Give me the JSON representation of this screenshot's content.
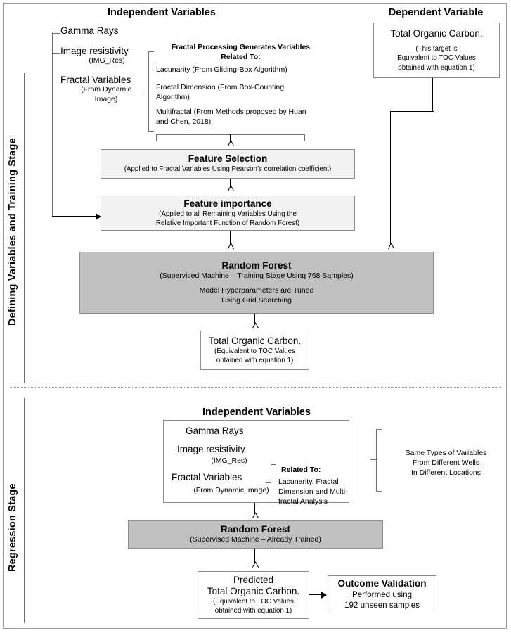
{
  "figure": {
    "stages": {
      "training_label": "Defining Variables and Training Stage",
      "regression_label": "Regression Stage"
    },
    "training": {
      "headers": {
        "independent": "Independent Variables",
        "dependent": "Dependent Variable"
      },
      "inputs": [
        {
          "name": "Gamma Rays",
          "sub": ""
        },
        {
          "name": "Image resistivity",
          "sub": "(IMG_Res)"
        },
        {
          "name": "Fractal Variables",
          "sub": "(From Dynamic Image)"
        }
      ],
      "fractal_note": {
        "title_line1": "Fractal Processing Generates Variables",
        "title_line2": "Related To:",
        "items": [
          "Lacunarity (From Gliding-Box Algorithm)",
          "Fractal Dimension (From Box-Counting Algorithm)",
          "Multifractal (From Methods proposed by Huan and Chen, 2018)"
        ]
      },
      "dependent_box": {
        "title": "Total Organic Carbon.",
        "line1": "(This target is",
        "line2": "Equivalent to TOC Values",
        "line3": "obtained with equation 1)"
      },
      "feature_selection": {
        "title": "Feature Selection",
        "sub": "(Applied to Fractal Variables Using Pearson’s correlation coefficient)"
      },
      "feature_importance": {
        "title": "Feature importance",
        "sub_line1": "(Applied to all Remaining Variables Using the",
        "sub_line2": "Relative Important Function of Random Forest)"
      },
      "random_forest": {
        "title": "Random Forest",
        "sub": "(Supervised Machine – Training Stage Using 768 Samples)",
        "extra_line1": "Model Hyperparameters are Tuned",
        "extra_line2": "Using Grid Searching"
      },
      "output_box": {
        "title": "Total Organic Carbon.",
        "line1": "(Equivalent to TOC Values",
        "line2": "obtained with equation 1)"
      }
    },
    "regression": {
      "headers": {
        "independent": "Independent Variables"
      },
      "inputs": [
        {
          "name": "Gamma Rays",
          "sub": ""
        },
        {
          "name": "Image resistivity",
          "sub": "(IMG_Res)"
        },
        {
          "name": "Fractal Variables",
          "sub": "(From Dynamic Image)"
        }
      ],
      "related_note": {
        "title": "Related To:",
        "line1": "Lacunarity, Fractal",
        "line2": "Dimension and Multi-",
        "line3": "fractal Analysis"
      },
      "side_note": {
        "line1": "Same Types of Variables",
        "line2": "From Different Wells",
        "line3": "In Different Locations"
      },
      "random_forest": {
        "title": "Random Forest",
        "sub": "(Supervised Machine – Already Trained)"
      },
      "predicted_box": {
        "line1": "Predicted",
        "line2": "Total Organic Carbon.",
        "line3": "(Equivalent to TOC Values",
        "line4": "obtained with equation 1)"
      },
      "validation_box": {
        "title": "Outcome Validation",
        "line1": "Performed using",
        "line2": "192 unseen samples"
      }
    },
    "colors": {
      "grey_fill": "#c0c0c0",
      "light_fill": "#f2f2f2",
      "border": "#8c8c8c",
      "line": "#000000"
    }
  }
}
